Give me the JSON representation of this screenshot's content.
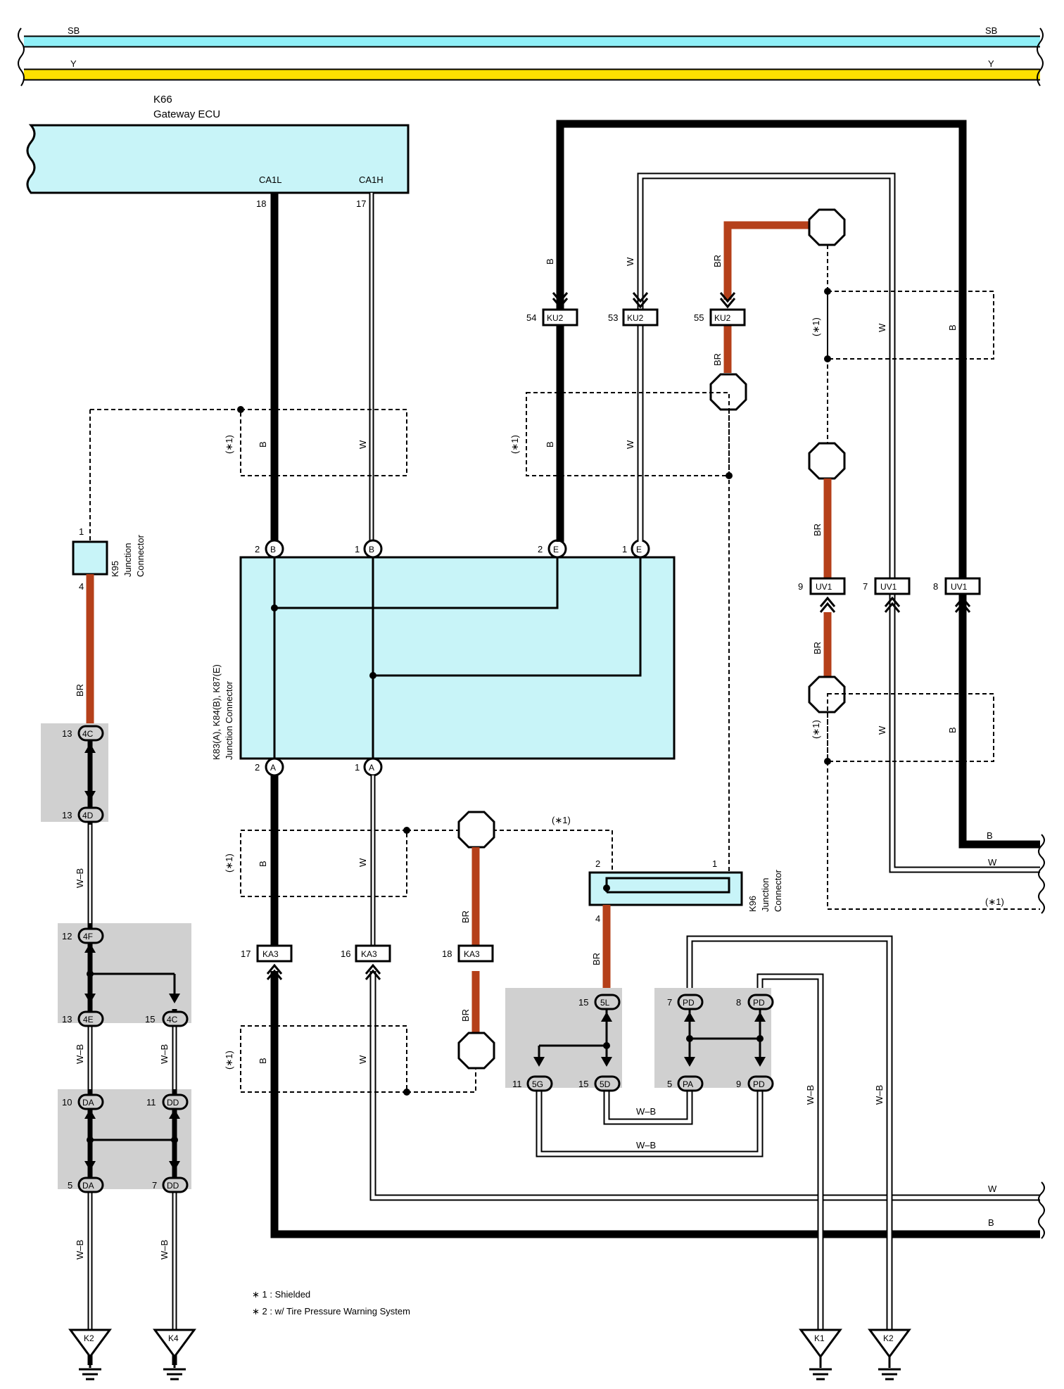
{
  "top_buses": [
    {
      "label_left": "SB",
      "label_right": "SB",
      "color": "#8ff0f8"
    },
    {
      "label_left": "Y",
      "label_right": "Y",
      "color": "#ffe000"
    }
  ],
  "ecu": {
    "id": "K66",
    "name": "Gateway ECU",
    "pin_left_name": "CA1L",
    "pin_right_name": "CA1H",
    "pin_left_no": "18",
    "pin_right_no": "17"
  },
  "main_jc": {
    "name": "K83(A), K84(B), K87(E)",
    "sub": "Junction Connector"
  },
  "k95": {
    "name": "K95",
    "sub1": "Junction",
    "sub2": "Connector",
    "pin_top": "1",
    "pin_bottom": "4"
  },
  "k96": {
    "name": "K96",
    "sub1": "Junction",
    "sub2": "Connector",
    "pin_a": "2",
    "pin_b": "1",
    "pin_c": "4"
  },
  "wire_colors": {
    "b": "B",
    "w": "W",
    "br": "BR",
    "wb": "W–B",
    "shield": "(∗1)"
  },
  "colors": {
    "brown": "#b5401a",
    "black": "#000000",
    "fill_jc": "#c8f4f8",
    "grey_box": "#d0d0d0"
  },
  "pins": {
    "b2": "2",
    "b1": "1",
    "e2": "2",
    "e1": "1",
    "a2": "2",
    "a1": "1",
    "ku2_54": "54",
    "ku2_53": "53",
    "ku2_55": "55",
    "ku2": "KU2",
    "uv1_9": "9",
    "uv1_7": "7",
    "uv1_8": "8",
    "uv1": "UV1",
    "ka3_17": "17",
    "ka3_16": "16",
    "ka3_18": "18",
    "ka3": "KA3",
    "B": "B",
    "E": "E",
    "A": "A"
  },
  "left_column": {
    "c4C13": "13",
    "n4C": "4C",
    "c4D13": "13",
    "n4D": "4D",
    "c4F12": "12",
    "n4F": "4F",
    "c4E13": "13",
    "n4E": "4E",
    "c4C15": "15",
    "cDA10": "10",
    "nDA": "DA",
    "cDD11": "11",
    "nDD": "DD",
    "cDA5": "5",
    "cDD7": "7"
  },
  "bottom_right": {
    "c5L15": "15",
    "n5L": "5L",
    "c5G11": "11",
    "n5G": "5G",
    "c5D15": "15",
    "n5D": "5D",
    "cPD7": "7",
    "cPD8": "8",
    "nPD": "PD",
    "cPA5": "5",
    "nPA": "PA",
    "cPD9": "9"
  },
  "grounds": [
    "K2",
    "K4",
    "K1",
    "K2"
  ],
  "notes": [
    "∗ 1 : Shielded",
    "∗ 2 : w/ Tire Pressure Warning System"
  ]
}
